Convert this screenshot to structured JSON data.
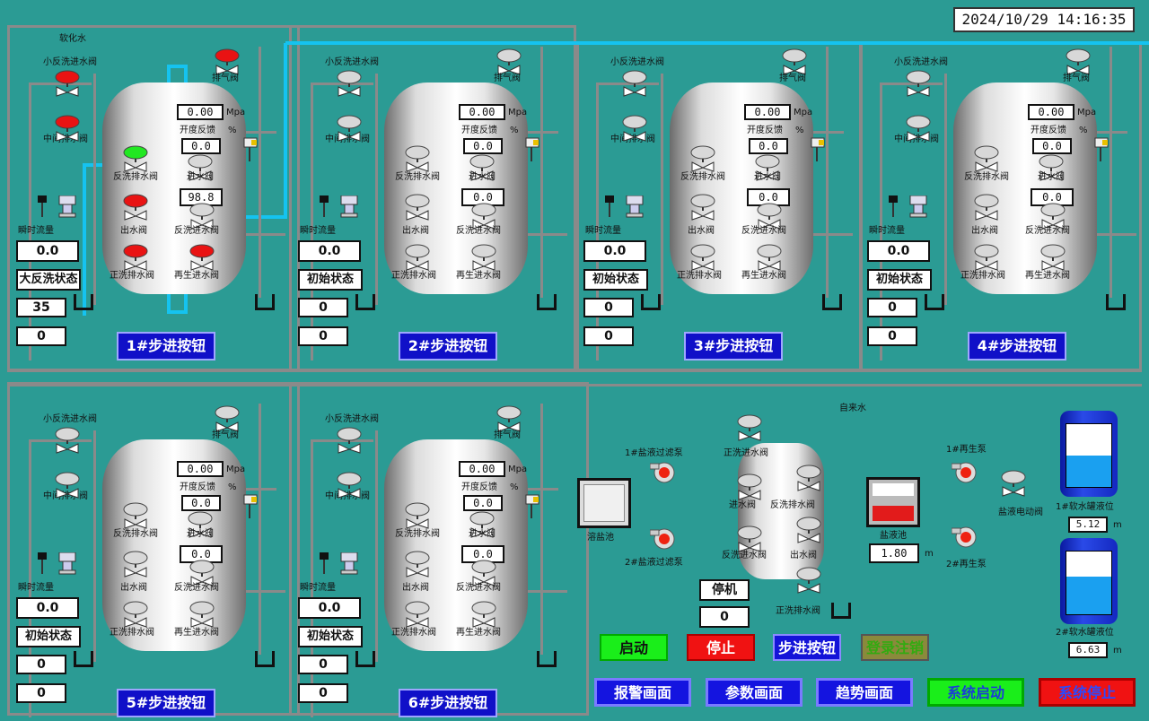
{
  "clock": "2024/10/29 14:16:35",
  "soft_water_label": "软化水",
  "tap_water_label": "自来水",
  "units": {
    "mpa": "Mpa",
    "pct": "%"
  },
  "filters": [
    {
      "id": "1",
      "pressure": "0.00",
      "opening": "0.0",
      "inlet_set": "98.8",
      "flow": "0.0",
      "status": "大反洗状态",
      "count_a": "35",
      "count_b": "0",
      "step_btn": "1#步进按钮"
    },
    {
      "id": "2",
      "pressure": "0.00",
      "opening": "0.0",
      "inlet_set": "0.0",
      "flow": "0.0",
      "status": "初始状态",
      "count_a": "0",
      "count_b": "0",
      "step_btn": "2#步进按钮"
    },
    {
      "id": "3",
      "pressure": "0.00",
      "opening": "0.0",
      "inlet_set": "0.0",
      "flow": "0.0",
      "status": "初始状态",
      "count_a": "0",
      "count_b": "0",
      "step_btn": "3#步进按钮"
    },
    {
      "id": "4",
      "pressure": "0.00",
      "opening": "0.0",
      "inlet_set": "0.0",
      "flow": "0.0",
      "status": "初始状态",
      "count_a": "0",
      "count_b": "0",
      "step_btn": "4#步进按钮"
    },
    {
      "id": "5",
      "pressure": "0.00",
      "opening": "0.0",
      "inlet_set": "0.0",
      "flow": "0.0",
      "status": "初始状态",
      "count_a": "0",
      "count_b": "0",
      "step_btn": "5#步进按钮"
    },
    {
      "id": "6",
      "pressure": "0.00",
      "opening": "0.0",
      "inlet_set": "0.0",
      "flow": "0.0",
      "status": "初始状态",
      "count_a": "0",
      "count_b": "0",
      "step_btn": "6#步进按钮"
    }
  ],
  "valve_labels": {
    "small_bw_in": "小反洗进水阀",
    "mid_drain": "中间排水阀",
    "vent": "排气阀",
    "opening_fb": "开度反馈",
    "bw_drain": "反洗排水阀",
    "inlet": "进水阀",
    "outlet": "出水阀",
    "bw_in": "反洗进水阀",
    "fw_drain": "正洗排水阀",
    "regen_in": "再生进水阀",
    "flow": "瞬时流量"
  },
  "valve_states": {
    "f1": {
      "small_bw_in": "red",
      "mid_drain": "red",
      "vent": "red",
      "bw_drain": "green",
      "inlet": "gray",
      "outlet": "red",
      "bw_in": "gray",
      "fw_drain": "red",
      "regen_in": "red"
    }
  },
  "brine": {
    "dissolve_tank": "溶盐池",
    "filter_pump1": "1#盐液过滤泵",
    "filter_pump2": "2#盐液过滤泵",
    "filter_valves": {
      "fw_in": "正洗进水阀",
      "in": "进水阀",
      "bw_drain": "反洗排水阀",
      "bw_in": "反洗进水阀",
      "out": "出水阀",
      "fw_drain": "正洗排水阀"
    },
    "brine_tank": "盐液池",
    "brine_level": "1.80",
    "brine_level_fill": 0.5,
    "brine_unit": "m",
    "regen_pump1": "1#再生泵",
    "regen_pump2": "2#再生泵",
    "brine_motor_valve": "盐液电动阀",
    "stop_label": "停机",
    "stop_count": "0"
  },
  "soft_tanks": [
    {
      "label": "1#软水罐液位",
      "value": "5.12",
      "unit": "m",
      "fill": 0.5
    },
    {
      "label": "2#软水罐液位",
      "value": "6.63",
      "unit": "m",
      "fill": 0.6
    }
  ],
  "controls": {
    "start": "启动",
    "stop": "停止",
    "step": "步进按钮",
    "login": "登录注销"
  },
  "nav": {
    "alarm": "报警画面",
    "params": "参数画面",
    "trend": "趋势画面",
    "sys_start": "系统启动",
    "sys_stop": "系统停止"
  }
}
